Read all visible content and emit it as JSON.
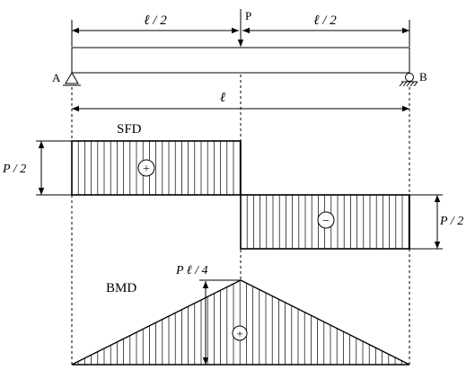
{
  "beam": {
    "left_support": "A",
    "right_support": "B",
    "load_label": "P",
    "half_span_left": "ℓ / 2",
    "half_span_right": "ℓ / 2",
    "span_label": "ℓ"
  },
  "sfd": {
    "title": "SFD",
    "positive_value": "P / 2",
    "negative_value": "P / 2",
    "positive_sign": "+",
    "negative_sign": "−"
  },
  "bmd": {
    "title": "BMD",
    "peak_value": "P ℓ / 4",
    "sign": "+"
  }
}
